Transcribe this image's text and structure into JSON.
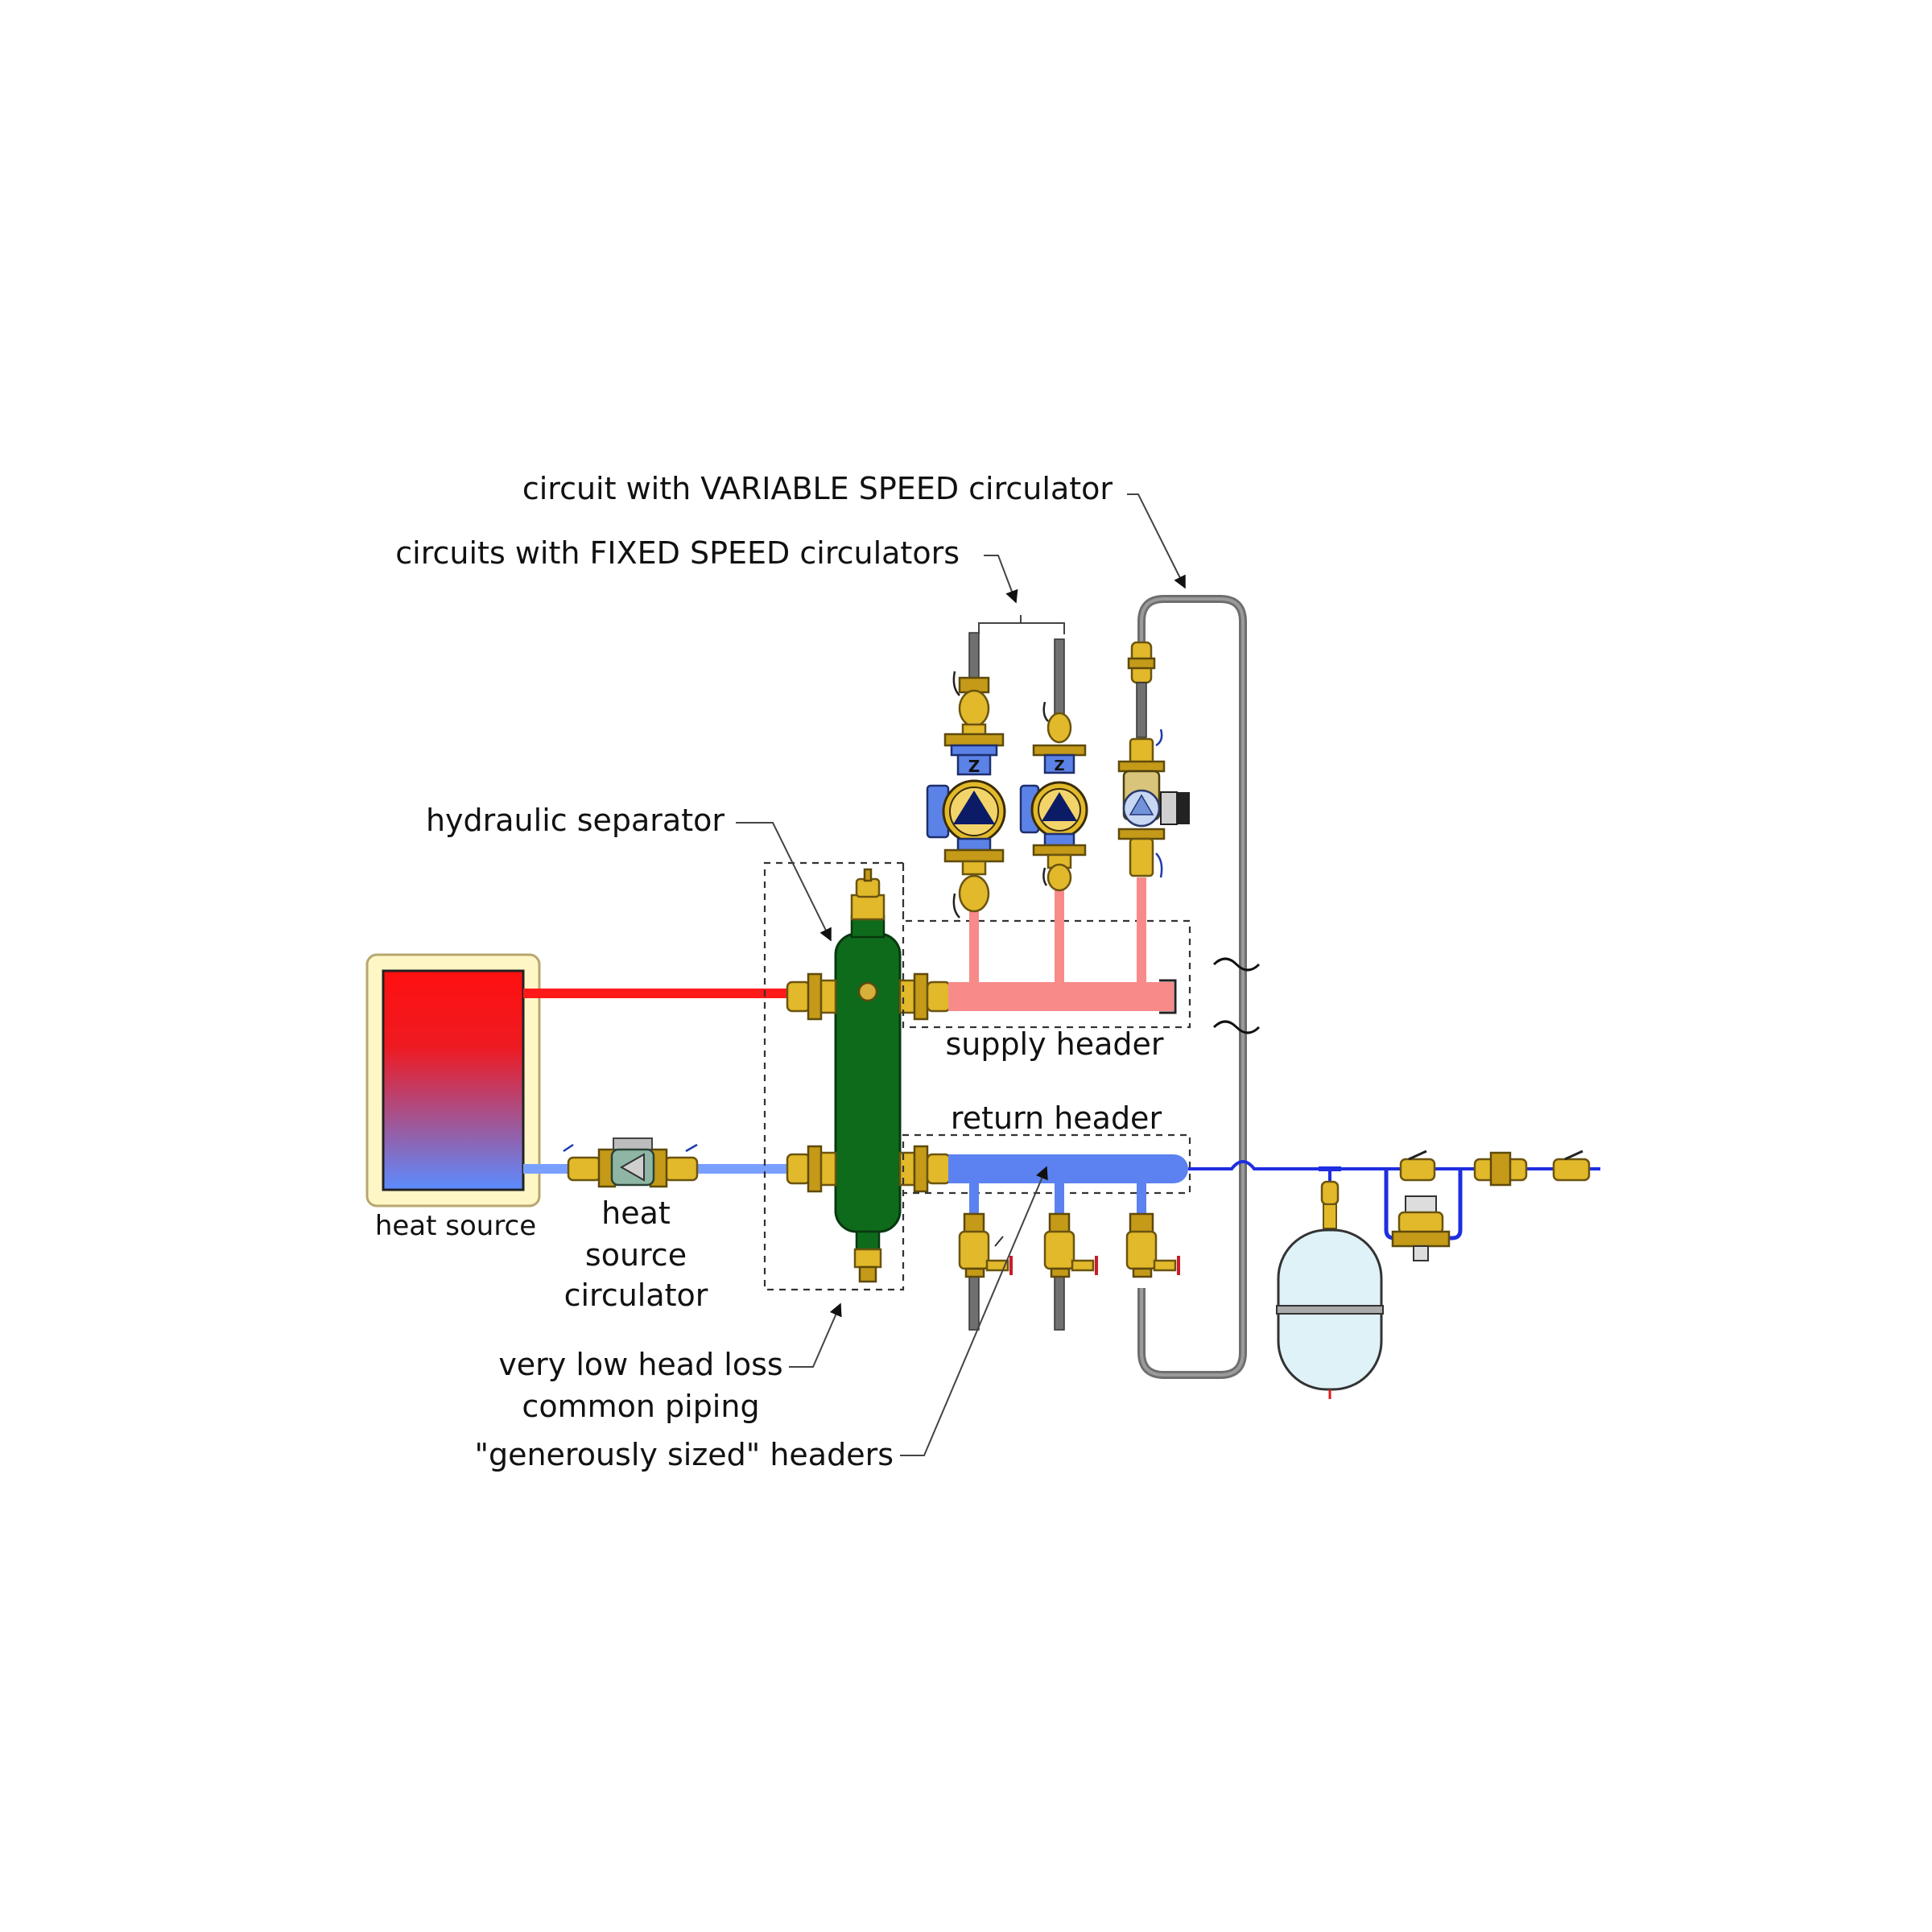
{
  "labels": {
    "variable_speed": "circuit with VARIABLE SPEED circulator",
    "fixed_speed": "circuits with FIXED SPEED circulators",
    "hydraulic_separator": "hydraulic separator",
    "supply_header": "supply header",
    "return_header": "return header",
    "heat_source": "heat source",
    "heat_source_circulator": [
      "heat",
      "source",
      "circulator"
    ],
    "low_head_loss": [
      "very low head loss",
      "common piping"
    ],
    "generously_sized": "\"generously sized\" headers"
  },
  "colors": {
    "supply_hot": "#ff1a1a",
    "supply_header": "#f88a8a",
    "return_header": "#5b82f0",
    "return_line": "#1f2ee0",
    "separator": "#0f6b1c",
    "brass": "#e2b92a",
    "tank": "#dff2f7",
    "circuit_pipe": "#6e6e6e"
  },
  "icons": [
    "heat-source-boiler-icon",
    "circulator-pump-icon",
    "hydraulic-separator-icon",
    "expansion-tank-icon",
    "ball-valve-icon",
    "pressure-reducing-valve-icon"
  ]
}
